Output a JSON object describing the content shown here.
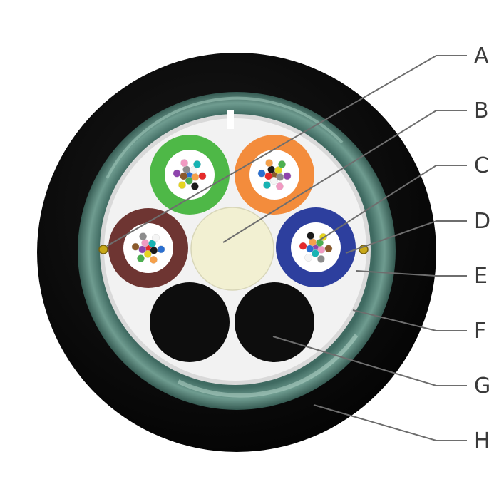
{
  "labels": [
    "A",
    "B",
    "C",
    "D",
    "E",
    "F",
    "G",
    "H"
  ],
  "colors": {
    "outer_sheath": "#0b0b0b",
    "armor_tape": "#48736a",
    "armor_tape_light": "#8fb8ab",
    "core_background": "#f2f2f2",
    "central_member": "#f2f0d2",
    "filler": "#0d0d0d",
    "ripcord": "#c8a818",
    "tube_green": "#4eb847",
    "tube_orange": "#f38c3c",
    "tube_brown": "#6e3532",
    "tube_blue": "#2d3f9e"
  },
  "fiber_colors": [
    "#2a6fd0",
    "#f5a04a",
    "#4caf50",
    "#8b5a2b",
    "#8c8c8c",
    "#f5f5f5",
    "#e52a2a",
    "#1a1a1a",
    "#e6d520",
    "#8e44ad",
    "#f19ac2",
    "#17b3b3"
  ]
}
